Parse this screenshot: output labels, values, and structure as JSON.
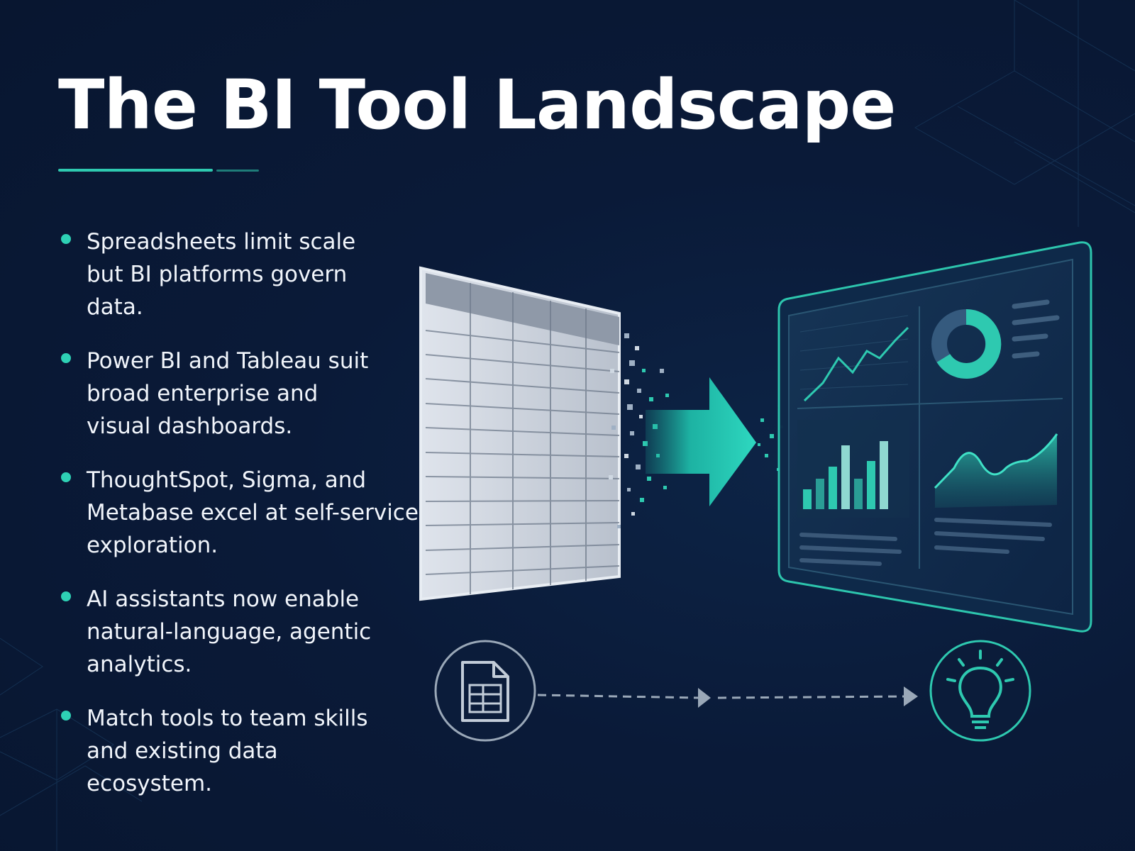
{
  "slide": {
    "title": "The BI Tool Landscape",
    "accent_color": "#2ec9b0",
    "background_color": "#0a1a38",
    "bullets": [
      {
        "text": "Spreadsheets limit scale but BI platforms govern data."
      },
      {
        "text": "Power BI and Tableau suit broad enterprise and visual dashboards."
      },
      {
        "text": "ThoughtSpot, Sigma, and Metabase excel at self-service exploration."
      },
      {
        "text": "AI assistants now enable natural-language, agentic analytics."
      },
      {
        "text": "Match tools to team skills and existing data ecosystem."
      }
    ]
  },
  "illustration": {
    "left_icon": "spreadsheet-icon",
    "right_icon": "lightbulb-icon",
    "transition_icon": "arrow-right-icon",
    "dashboard_widgets": [
      "line-chart",
      "donut-chart",
      "bar-chart",
      "area-chart"
    ]
  }
}
